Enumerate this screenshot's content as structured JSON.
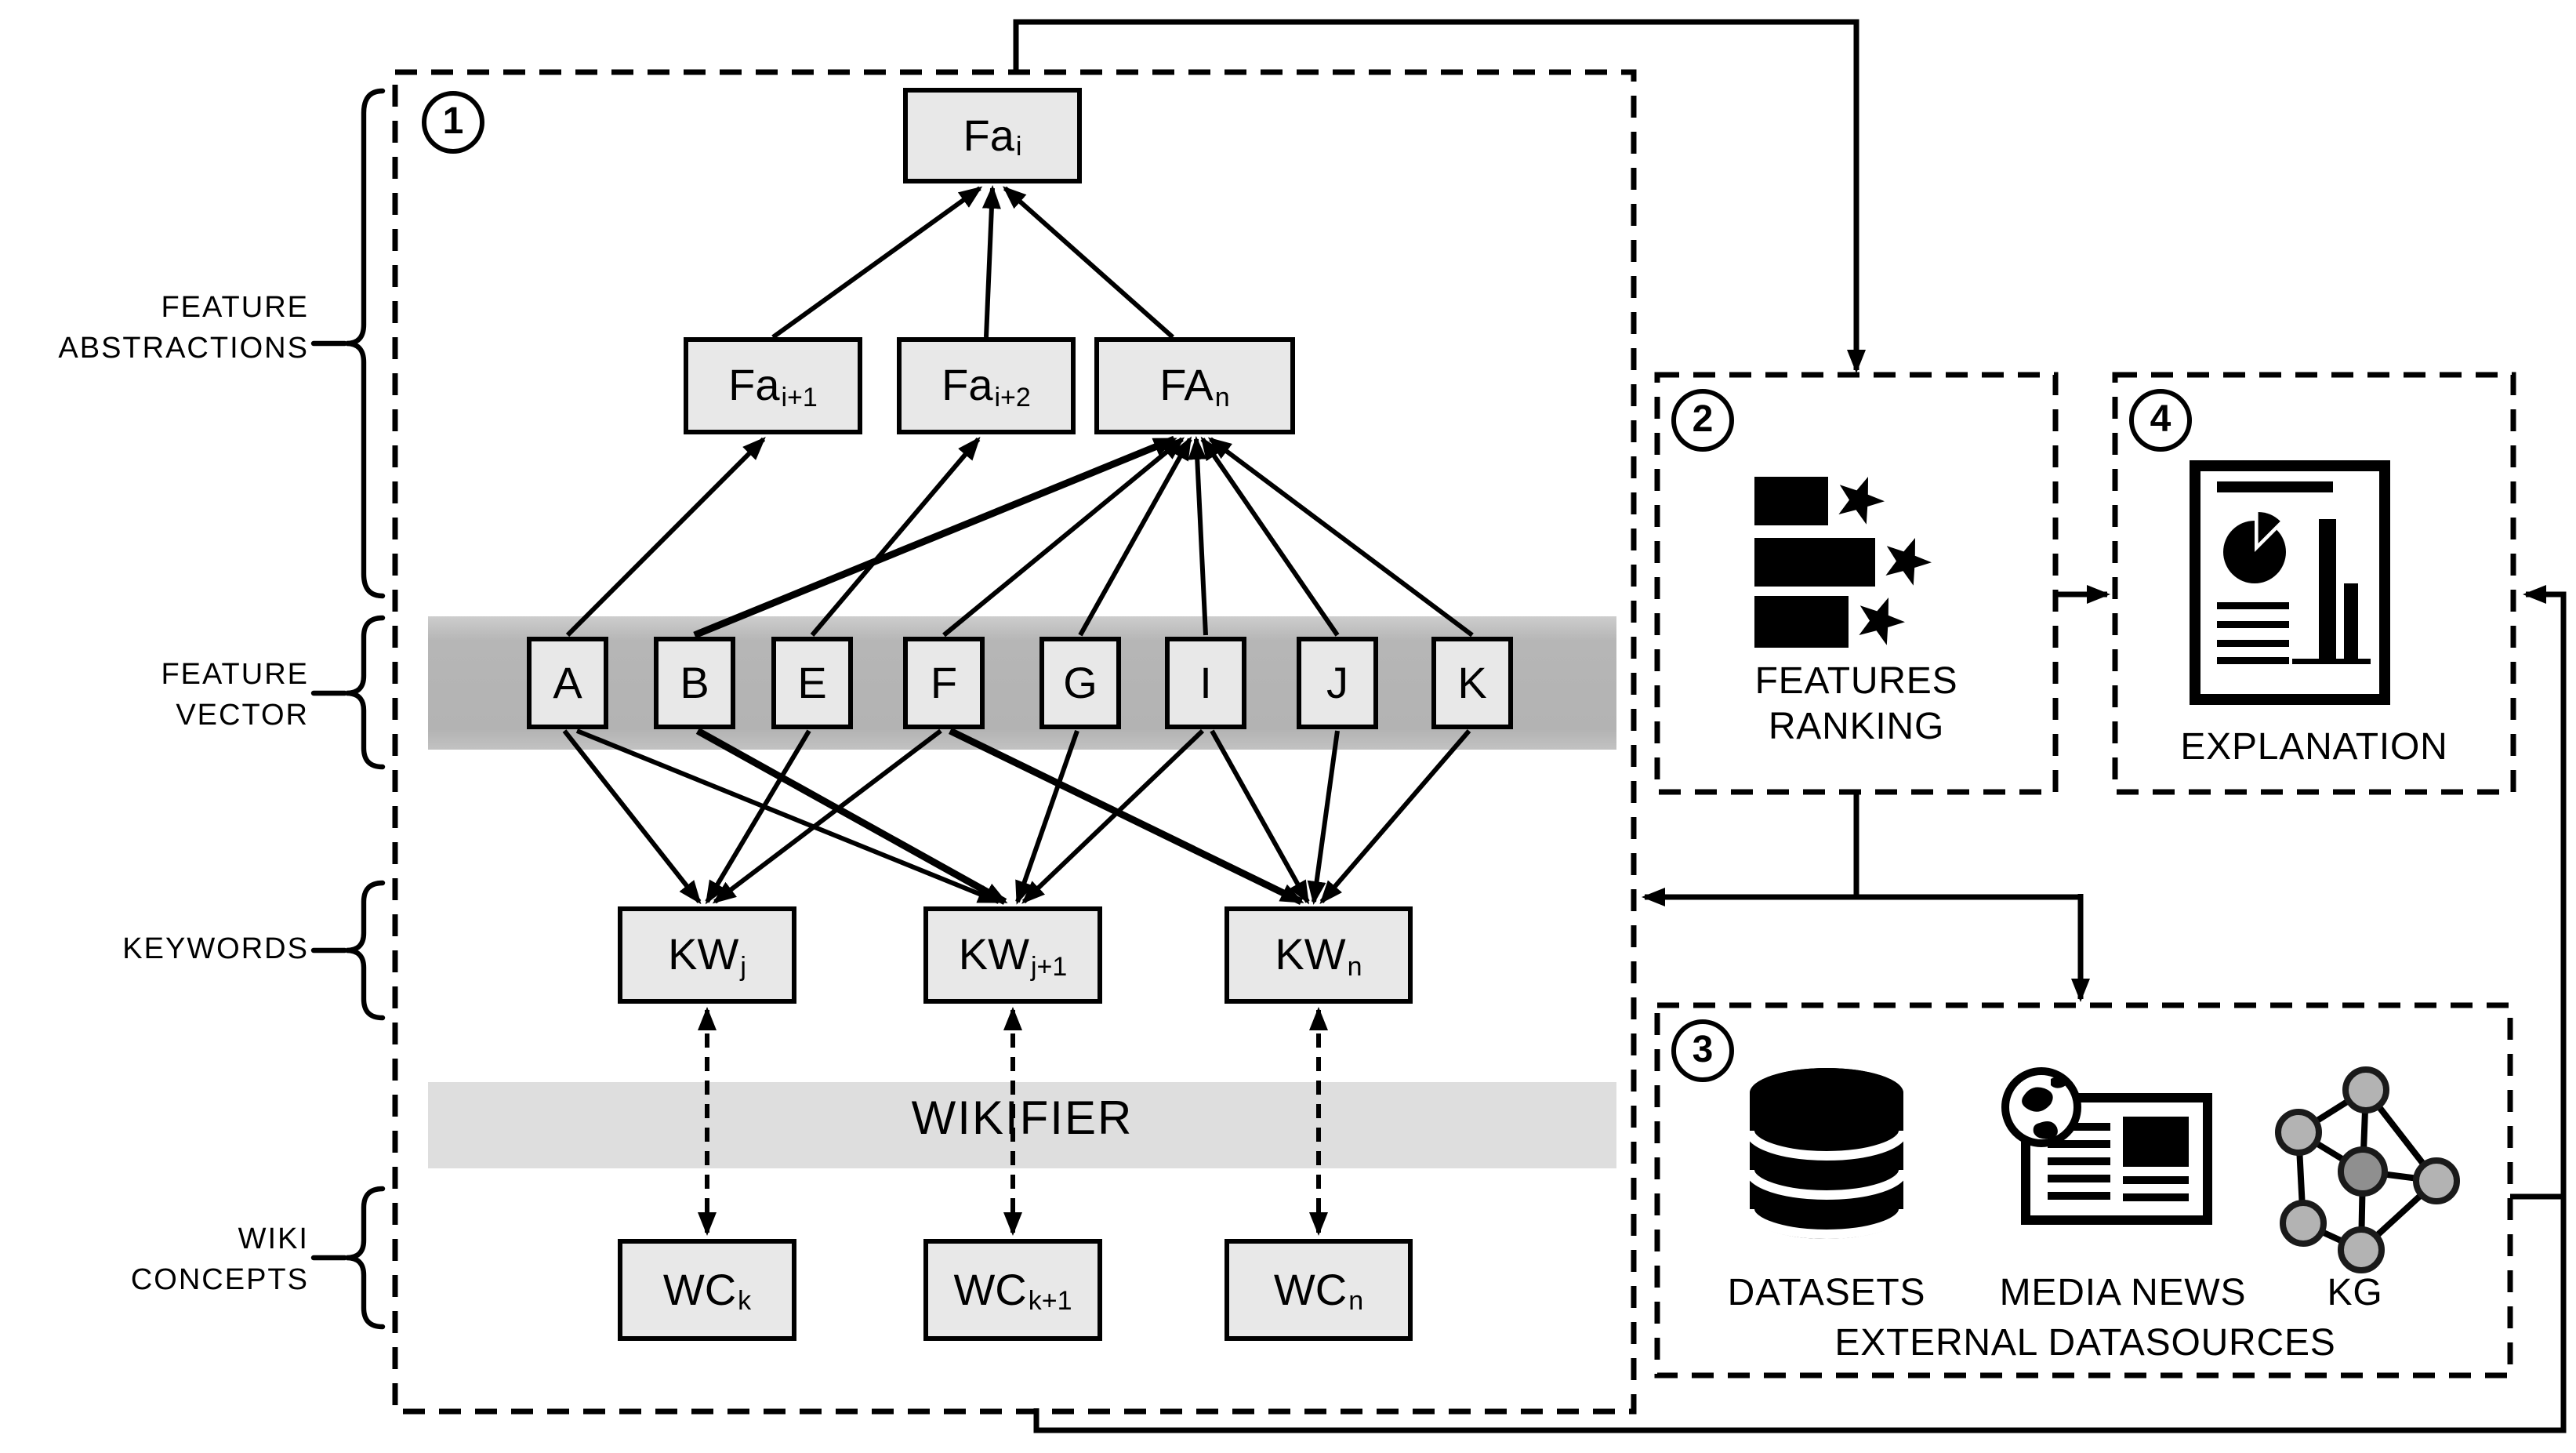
{
  "figure": {
    "sections": {
      "pipeline": {
        "number": "1"
      },
      "ranking": {
        "number": "2",
        "caption": [
          "FEATURES",
          "RANKING"
        ]
      },
      "external": {
        "number": "3",
        "caption": "EXTERNAL DATASOURCES",
        "items": [
          "DATASETS",
          "MEDIA NEWS",
          "KG"
        ]
      },
      "explanation": {
        "number": "4",
        "caption": "EXPLANATION"
      }
    },
    "side_labels": [
      {
        "lines": [
          "FEATURE",
          "ABSTRACTIONS"
        ]
      },
      {
        "lines": [
          "FEATURE",
          "VECTOR"
        ]
      },
      {
        "lines": [
          "KEYWORDS"
        ]
      },
      {
        "lines": [
          "WIKI",
          "CONCEPTS"
        ]
      }
    ],
    "wikifier": "WIKIFIER",
    "nodes": {
      "fa_i": {
        "main": "Fa",
        "sub": "i"
      },
      "fa_i1": {
        "main": "Fa",
        "sub": "i+1"
      },
      "fa_i2": {
        "main": "Fa",
        "sub": "i+2"
      },
      "fa_n": {
        "main": "FA",
        "sub": "n"
      },
      "letters": [
        "A",
        "B",
        "E",
        "F",
        "G",
        "I",
        "J",
        "K"
      ],
      "kw": [
        {
          "main": "KW",
          "sub": "j"
        },
        {
          "main": "KW",
          "sub": "j+1"
        },
        {
          "main": "KW",
          "sub": "n"
        }
      ],
      "wc": [
        {
          "main": "WC",
          "sub": "k"
        },
        {
          "main": "WC",
          "sub": "k+1"
        },
        {
          "main": "WC",
          "sub": "n"
        }
      ]
    },
    "connections": {
      "abstraction_edges": [
        "Fa_i+1→Fa_i",
        "Fa_i+2→Fa_i",
        "FA_n→Fa_i"
      ],
      "feature_to_abstraction": [
        "A→Fa_i+1",
        "E→Fa_i+2",
        "B→FA_n",
        "F→FA_n",
        "G→FA_n",
        "I→FA_n",
        "J→FA_n",
        "K→FA_n"
      ],
      "feature_to_keyword": [
        "A→KW_j",
        "E→KW_j",
        "F→KW_j",
        "A→KW_j+1",
        "B→KW_j+1",
        "G→KW_j+1",
        "I→KW_j+1",
        "F→KW_n",
        "I→KW_n",
        "J→KW_n",
        "K→KW_n"
      ],
      "keyword_wiki": [
        "KW_j↔WC_k",
        "KW_j+1↔WC_k+1",
        "KW_n↔WC_n"
      ],
      "panel_flow": [
        "1→2",
        "2→4",
        "2→1",
        "2→3",
        "3→4",
        "1→4"
      ]
    },
    "icons": {
      "ranking": "bars-with-stars-icon",
      "explanation": "report-document-icon",
      "datasets": "database-icon",
      "media_news": "newspaper-globe-icon",
      "kg": "network-graph-icon"
    },
    "colors": {
      "ink": "#000000",
      "node_fill": "#e8e8e8",
      "feature_band": "#b9b9b9",
      "wikifier_band": "#dedede",
      "kg_node": "#b3b3b3",
      "kg_center": "#8f8f8f"
    }
  }
}
